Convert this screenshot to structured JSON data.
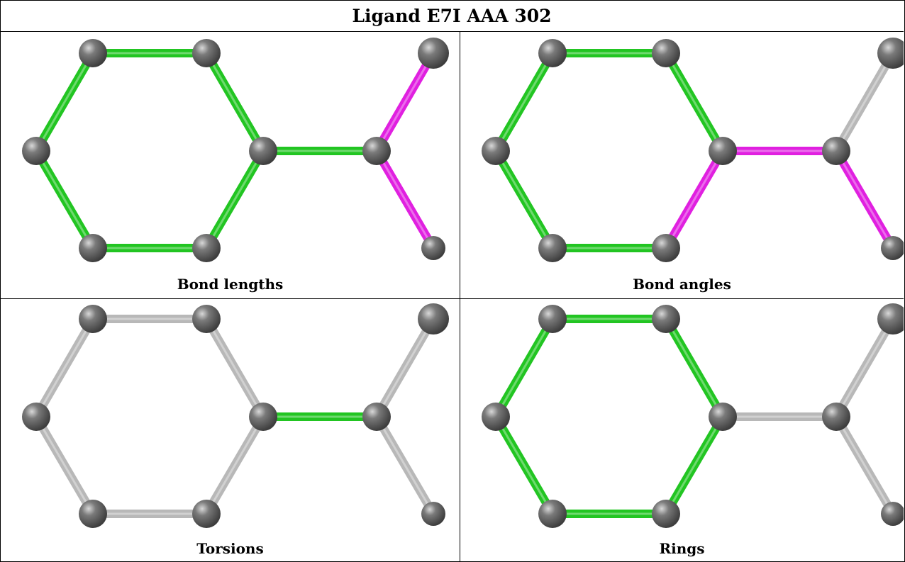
{
  "title": "Ligand E7I AAA 302",
  "colors": {
    "highlight_green": "#22c522",
    "highlight_magenta": "#e020e0",
    "neutral_gray": "#b8b8b8",
    "atom": "#7a7a7a"
  },
  "panels": [
    {
      "caption": "Bond lengths",
      "bond_colors": [
        "green",
        "green",
        "green",
        "green",
        "green",
        "green",
        "green",
        "magenta",
        "magenta"
      ]
    },
    {
      "caption": "Bond angles",
      "bond_colors": [
        "green",
        "green",
        "magenta",
        "green",
        "green",
        "green",
        "magenta",
        "gray",
        "magenta"
      ]
    },
    {
      "caption": "Torsions",
      "bond_colors": [
        "gray",
        "gray",
        "gray",
        "gray",
        "gray",
        "gray",
        "green",
        "gray",
        "gray"
      ]
    },
    {
      "caption": "Rings",
      "bond_colors": [
        "green",
        "green",
        "green",
        "green",
        "green",
        "green",
        "gray",
        "gray",
        "gray"
      ]
    }
  ]
}
